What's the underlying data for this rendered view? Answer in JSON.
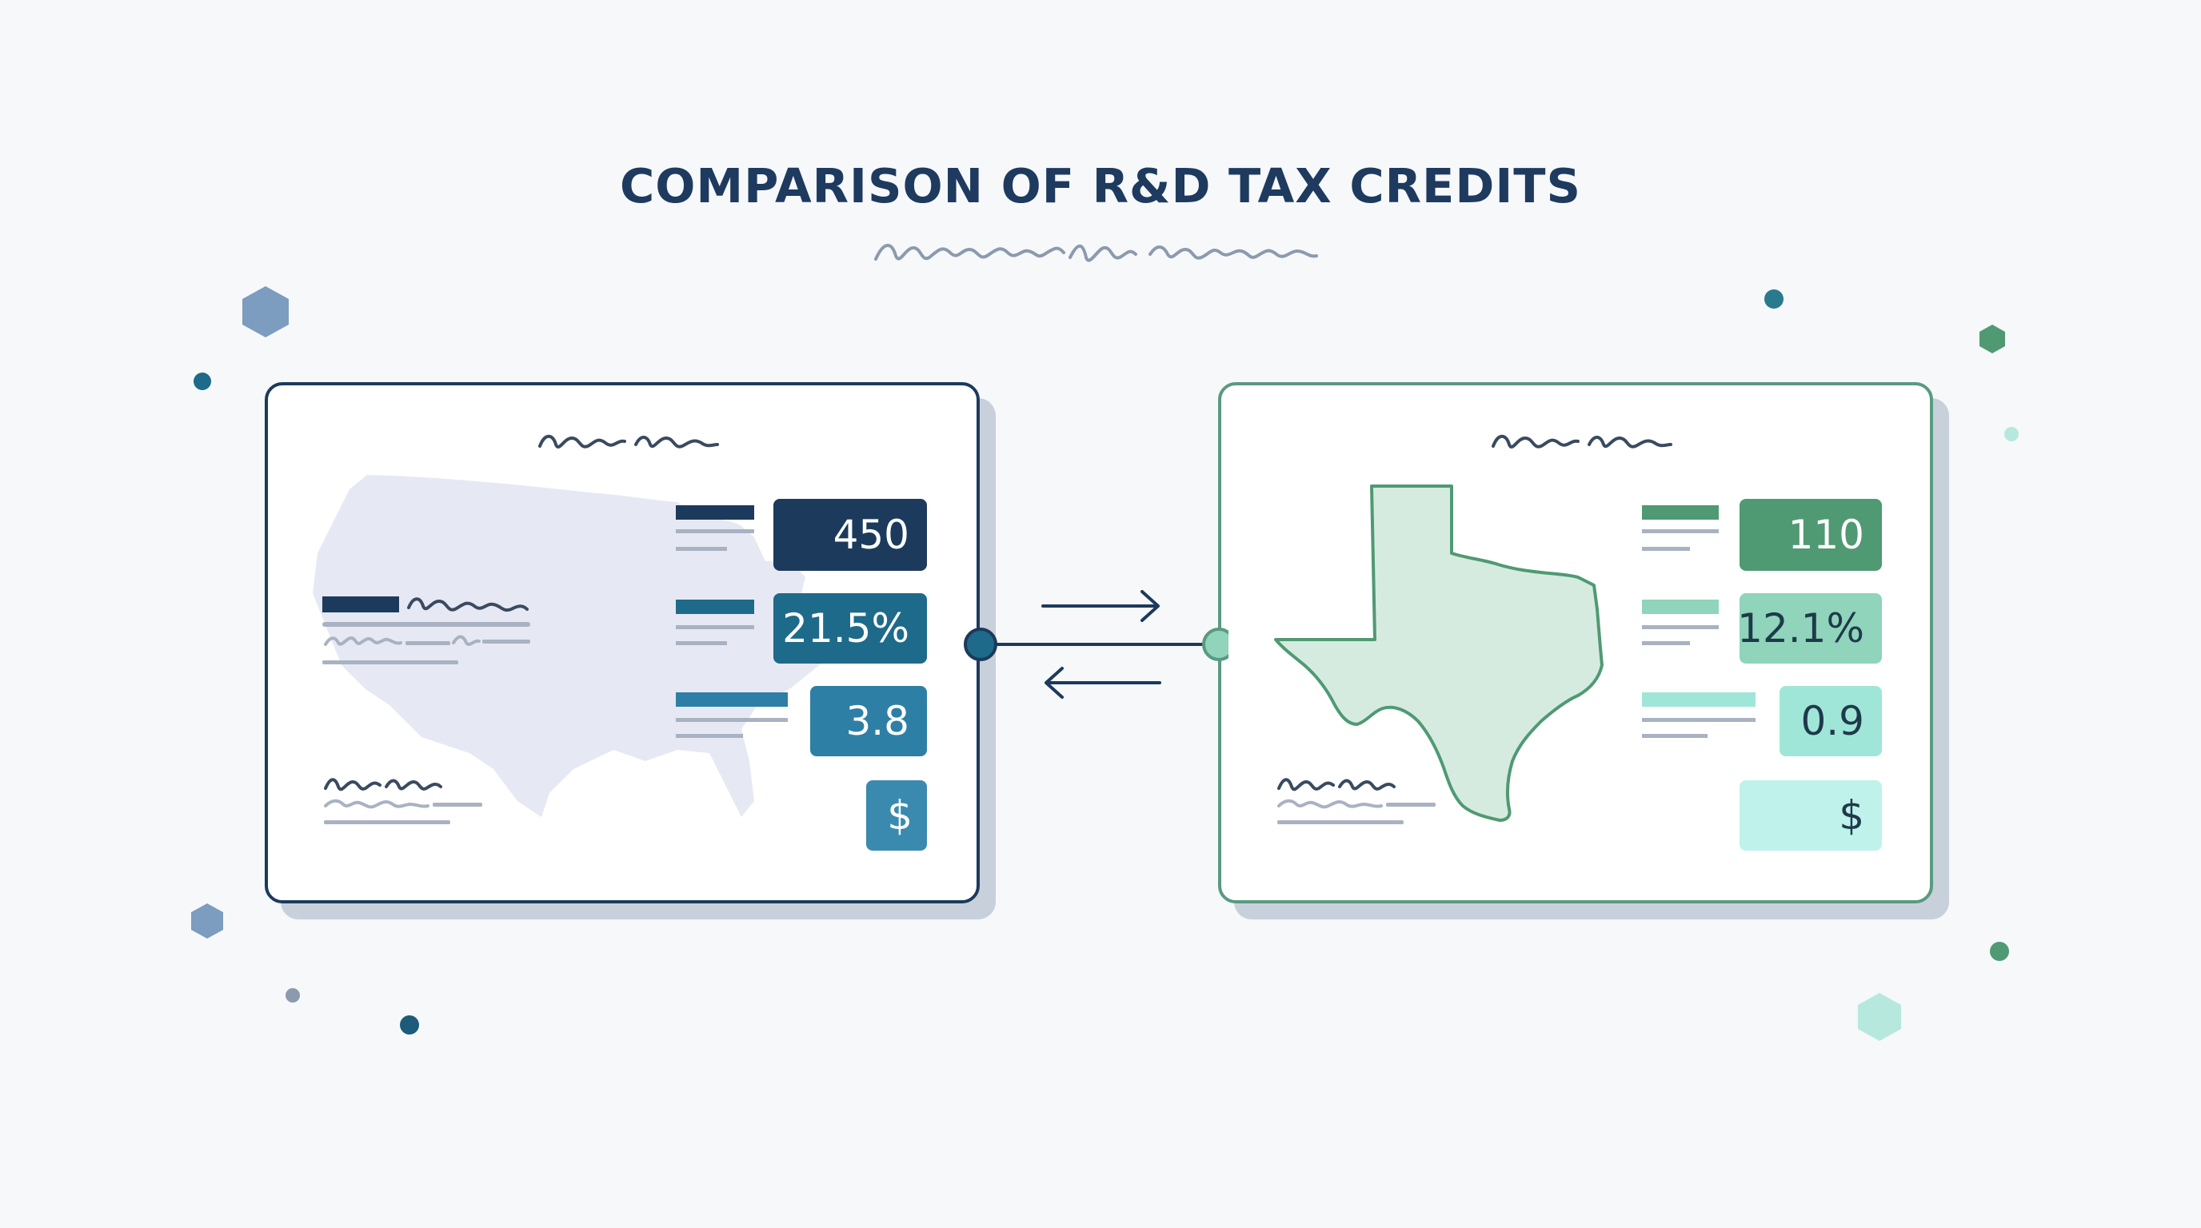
{
  "title": "COMPARISON OF R&D TAX CREDITS",
  "colors": {
    "navy": "#1c3a5c",
    "teal_blue": "#1e6a8a",
    "mid_blue": "#2e7fa5",
    "green": "#4f9a73",
    "light_green": "#8fd4bb",
    "mint": "#9fe6d8",
    "pale_mint": "#bff2ea",
    "background": "#f6f8fa"
  },
  "panels": {
    "left": {
      "map_icon": "usa-map-icon",
      "values": [
        {
          "label": "450"
        },
        {
          "label": "21.5%"
        },
        {
          "label": "3.8"
        },
        {
          "label": "$"
        }
      ]
    },
    "right": {
      "map_icon": "texas-map-icon",
      "values": [
        {
          "label": "110"
        },
        {
          "label": "12.1%"
        },
        {
          "label": "0.9"
        },
        {
          "label": "$"
        }
      ]
    }
  },
  "connector": {
    "arrow_right_icon": "arrow-right-icon",
    "arrow_left_icon": "arrow-left-icon"
  }
}
